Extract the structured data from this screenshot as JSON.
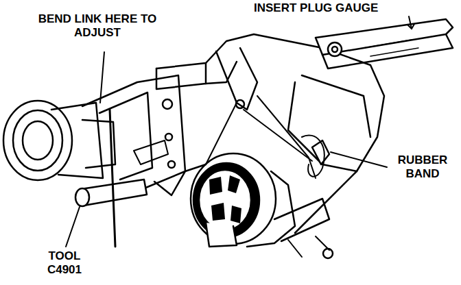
{
  "diagram": {
    "labels": [
      "INSERT PLUG GAUGE",
      "BEND LINK HERE TO ADJUST",
      "RUBBER BAND",
      "TOOL C4901"
    ]
  }
}
